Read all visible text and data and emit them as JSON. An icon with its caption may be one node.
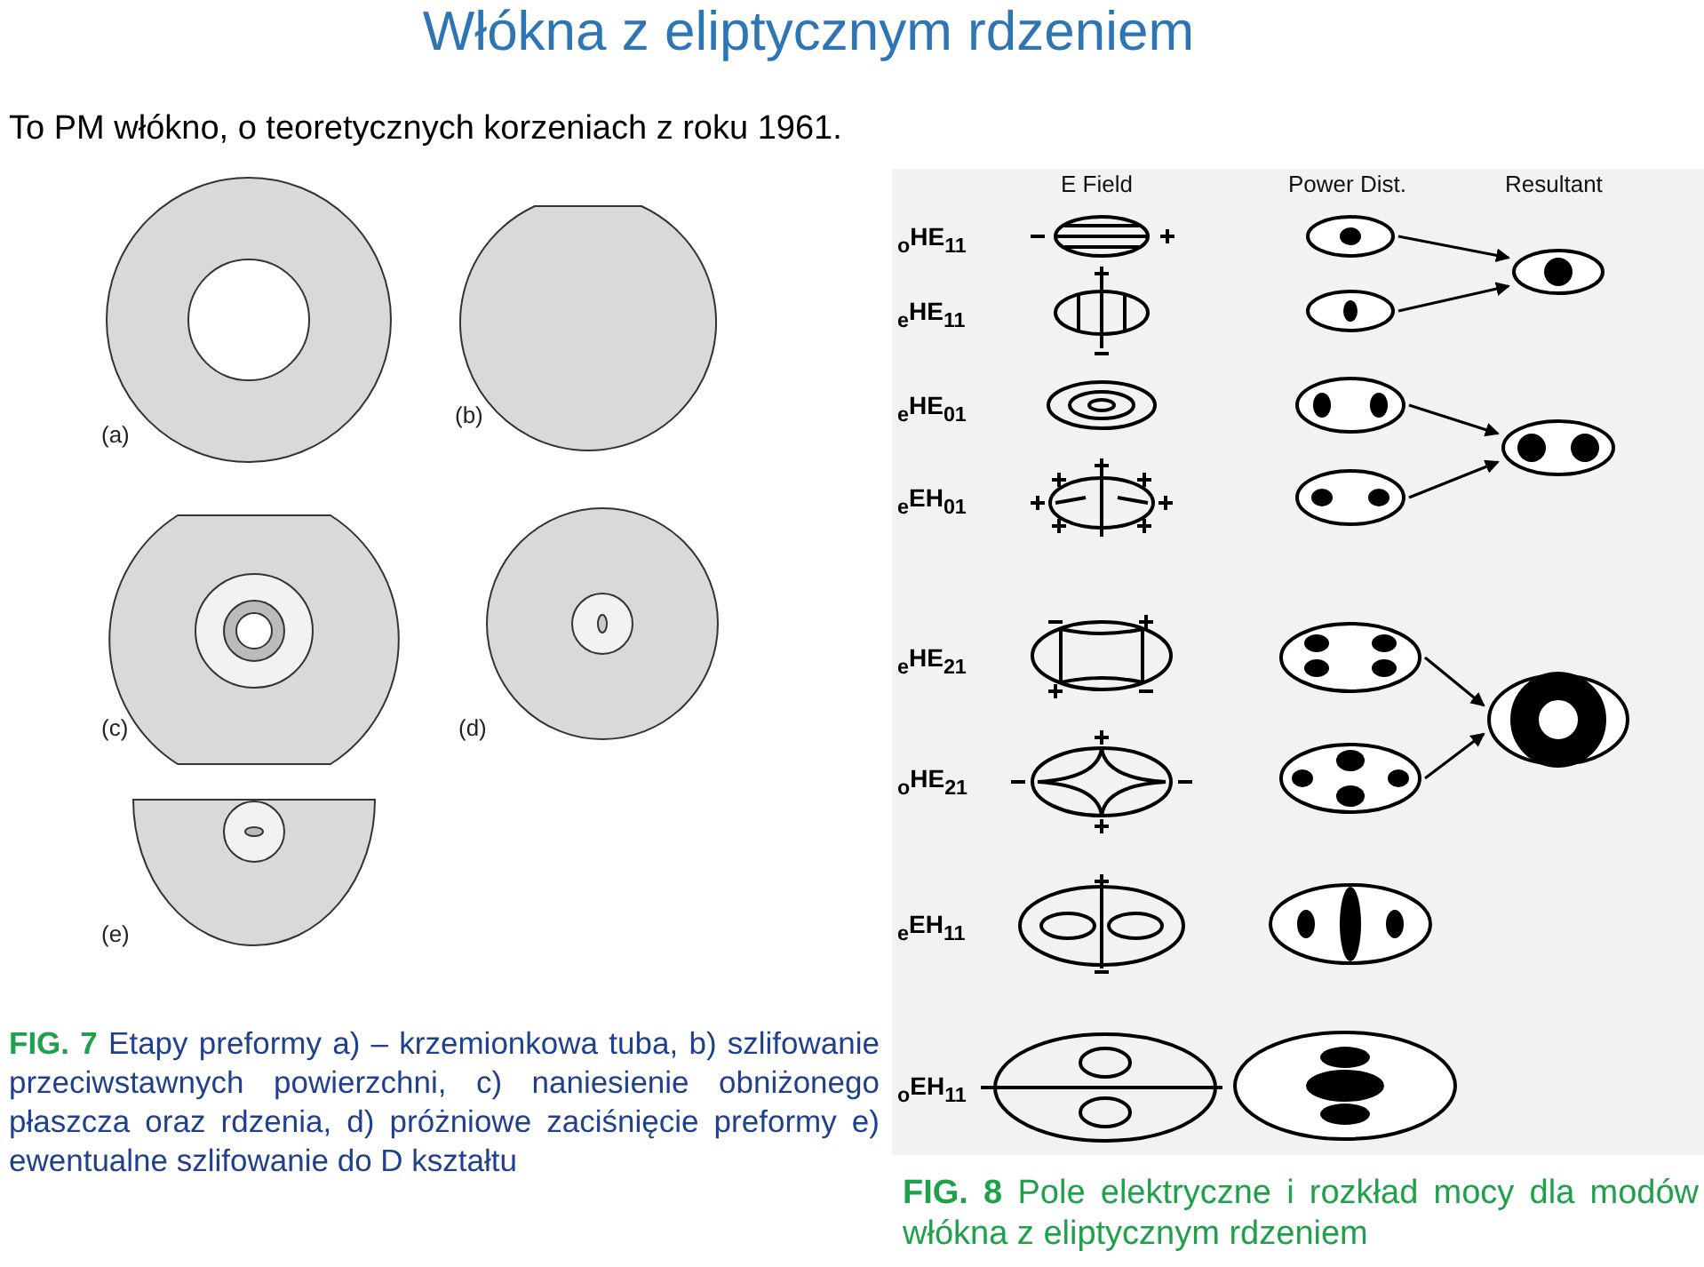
{
  "diagram": {
    "title": "Włókna z eliptycznym rdzeniem",
    "nodes": [
      {
        "text": [],
        "shape": "ellipse"
      },
      {
        "text": [],
        "shape": "ellipse"
      },
      {
        "text": [],
        "shape": "ellipse"
      },
      {
        "text": [],
        "shape": "ellipse"
      },
      {
        "text": [],
        "shape": "ellipse"
      },
      {
        "text": [],
        "shape": "ellipse"
      },
      {
        "text": [],
        "shape": "ellipse"
      },
      {
        "text": [],
        "shape": "ellipse"
      },
      {
        "text": [],
        "shape": "ellipse"
      },
      {
        "text": [],
        "shape": "ellipse"
      },
      {
        "text": [],
        "shape": "ellipse"
      }
    ],
    "edges": [
      {
        "from": 0,
        "to": 1,
        "arrow": "to"
      },
      {
        "from": 2,
        "to": 1,
        "arrow": "to"
      },
      {
        "from": 3,
        "to": 4,
        "arrow": "to"
      },
      {
        "from": 5,
        "to": 4,
        "arrow": "to"
      },
      {
        "from": 6,
        "to": 7,
        "arrow": "to"
      },
      {
        "from": 8,
        "to": 7,
        "arrow": "to"
      }
    ],
    "labels": [
      "To PM włókno, o teoretycznych korzeniach z roku 1961.",
      "E Field",
      "Power Dist.",
      "Resultant",
      "$_{o}$HE$_{11}$",
      "$_{e}$HE$_{11}$",
      "$_{e}$HE$_{01}$",
      "$_{e}$EH$_{01}$",
      "(a)",
      "(b)",
      "$_{e}$HE$_{21}$",
      "(c)",
      "(d)",
      "$_{o}$HE$_{21}$",
      "(e)",
      "$_{e}$EH$_{11}$",
      "**FIG. 7** Etapy preformy a) – krzemionkowa tuba, b) szlifowanie przeciwstawnych powierzchni, c) naniesienie obniżonego płaszcza oraz rdzenia, d) próżniowe zaciśnięcie preformy e) ewentualne szlifowanie do D kształtu",
      "$_{o}$EH$_{11}$",
      "**FIG. 8** Pole elektryczne i rozkład mocy dla modów włókna z eliptycznym rdzeniem"
    ]
  }
}
